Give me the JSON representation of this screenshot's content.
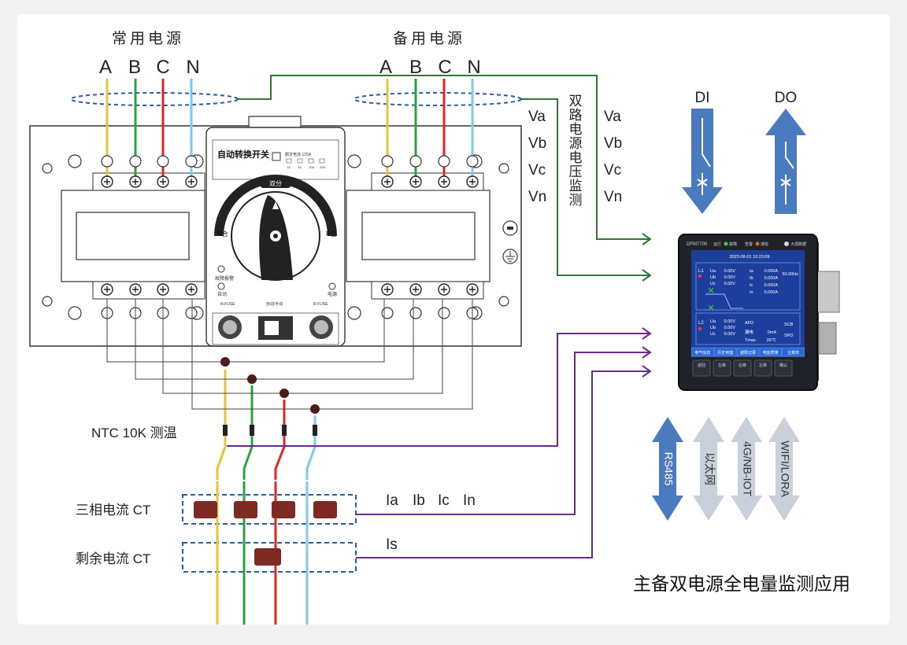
{
  "title": "主备双电源全电量监测应用",
  "normal_source": {
    "label": "常用电源",
    "phases": [
      "A",
      "B",
      "C",
      "N"
    ]
  },
  "backup_source": {
    "label": "备用电源",
    "phases": [
      "A",
      "B",
      "C",
      "N"
    ]
  },
  "dual_voltage_label": [
    "双",
    "路",
    "电",
    "源",
    "电",
    "压",
    "监",
    "测"
  ],
  "voltage_labels_left": [
    "Va",
    "Vb",
    "Vc",
    "Vn"
  ],
  "voltage_labels_right": [
    "Va",
    "Vb",
    "Vc",
    "Vn"
  ],
  "ats": {
    "title": "自动转换开关",
    "rating_note": "额定电流 125A",
    "tiny_labels": [
      "1A",
      "3A",
      "10A",
      "20A"
    ],
    "dial_top": "双分",
    "dial_left": "N合",
    "dial_right": "R合",
    "fault_label": "故障报警",
    "auto_label": "自动",
    "power_label": "电源",
    "n_fuse": "N-FUSE",
    "mode_label": "自动/手动",
    "r_fuse": "R-FUSE"
  },
  "io": {
    "di_label": "DI",
    "do_label": "DO"
  },
  "device": {
    "model": "DFM7700",
    "brand": "大源数据",
    "status": {
      "run": "运行",
      "fault": "故障",
      "alarm": "告警",
      "comm": "通信"
    },
    "datetime": "2023-08-01 10:23:09",
    "readings_top": [
      {
        "key": "Ua",
        "val": "0.00V"
      },
      {
        "key": "Ub",
        "val": "0.00V"
      },
      {
        "key": "Uc",
        "val": "0.00V"
      }
    ],
    "currents_top": [
      {
        "key": "Ia",
        "val": "0.000A"
      },
      {
        "key": "Ib",
        "val": "0.000A"
      },
      {
        "key": "Ic",
        "val": "0.000A"
      },
      {
        "key": "In",
        "val": "0.000A"
      }
    ],
    "freq": "50.00Hz",
    "readings_bottom": [
      {
        "key": "Ua",
        "val": "0.00V"
      },
      {
        "key": "Ub",
        "val": "0.00V"
      },
      {
        "key": "Uc",
        "val": "0.00V"
      }
    ],
    "afd_label": "AFD",
    "leak_label": "漏电",
    "leak_val": "0mA",
    "tmax_label": "Tmax",
    "tmax_val": "26℃",
    "scb_label": "SCB",
    "spd_label": "SPD",
    "l1": "L1",
    "l2": "L2",
    "bottom_tabs": [
      "电气信息",
      "历史电能",
      "越限记录",
      "电能质量",
      "主菜单"
    ],
    "keys": [
      "返回",
      "左移",
      "右移",
      "左移",
      "确认"
    ]
  },
  "ntc_label": "NTC 10K 测温",
  "ct3_label": "三相电流 CT",
  "ctr_label": "剩余电流 CT",
  "current_labels": [
    "Ia",
    "Ib",
    "Ic",
    "In"
  ],
  "residual_label": "Is",
  "comm": [
    {
      "label": "RS485",
      "color": "#4b7bbf"
    },
    {
      "label": "以太网",
      "color": "#c8d0dc"
    },
    {
      "label": "4G/NB-IOT",
      "color": "#c8d0dc"
    },
    {
      "label": "WIFI/LORA",
      "color": "#c8d0dc"
    }
  ],
  "colors": {
    "A": "#e3c53a",
    "B": "#2aa33f",
    "C": "#e1271d",
    "N": "#7cc8ef",
    "voltage_line": "#2f7a32",
    "current_line": "#6b2a8c",
    "dashed": "#2a5aa8",
    "io_arrow": "#4b7bbf"
  }
}
